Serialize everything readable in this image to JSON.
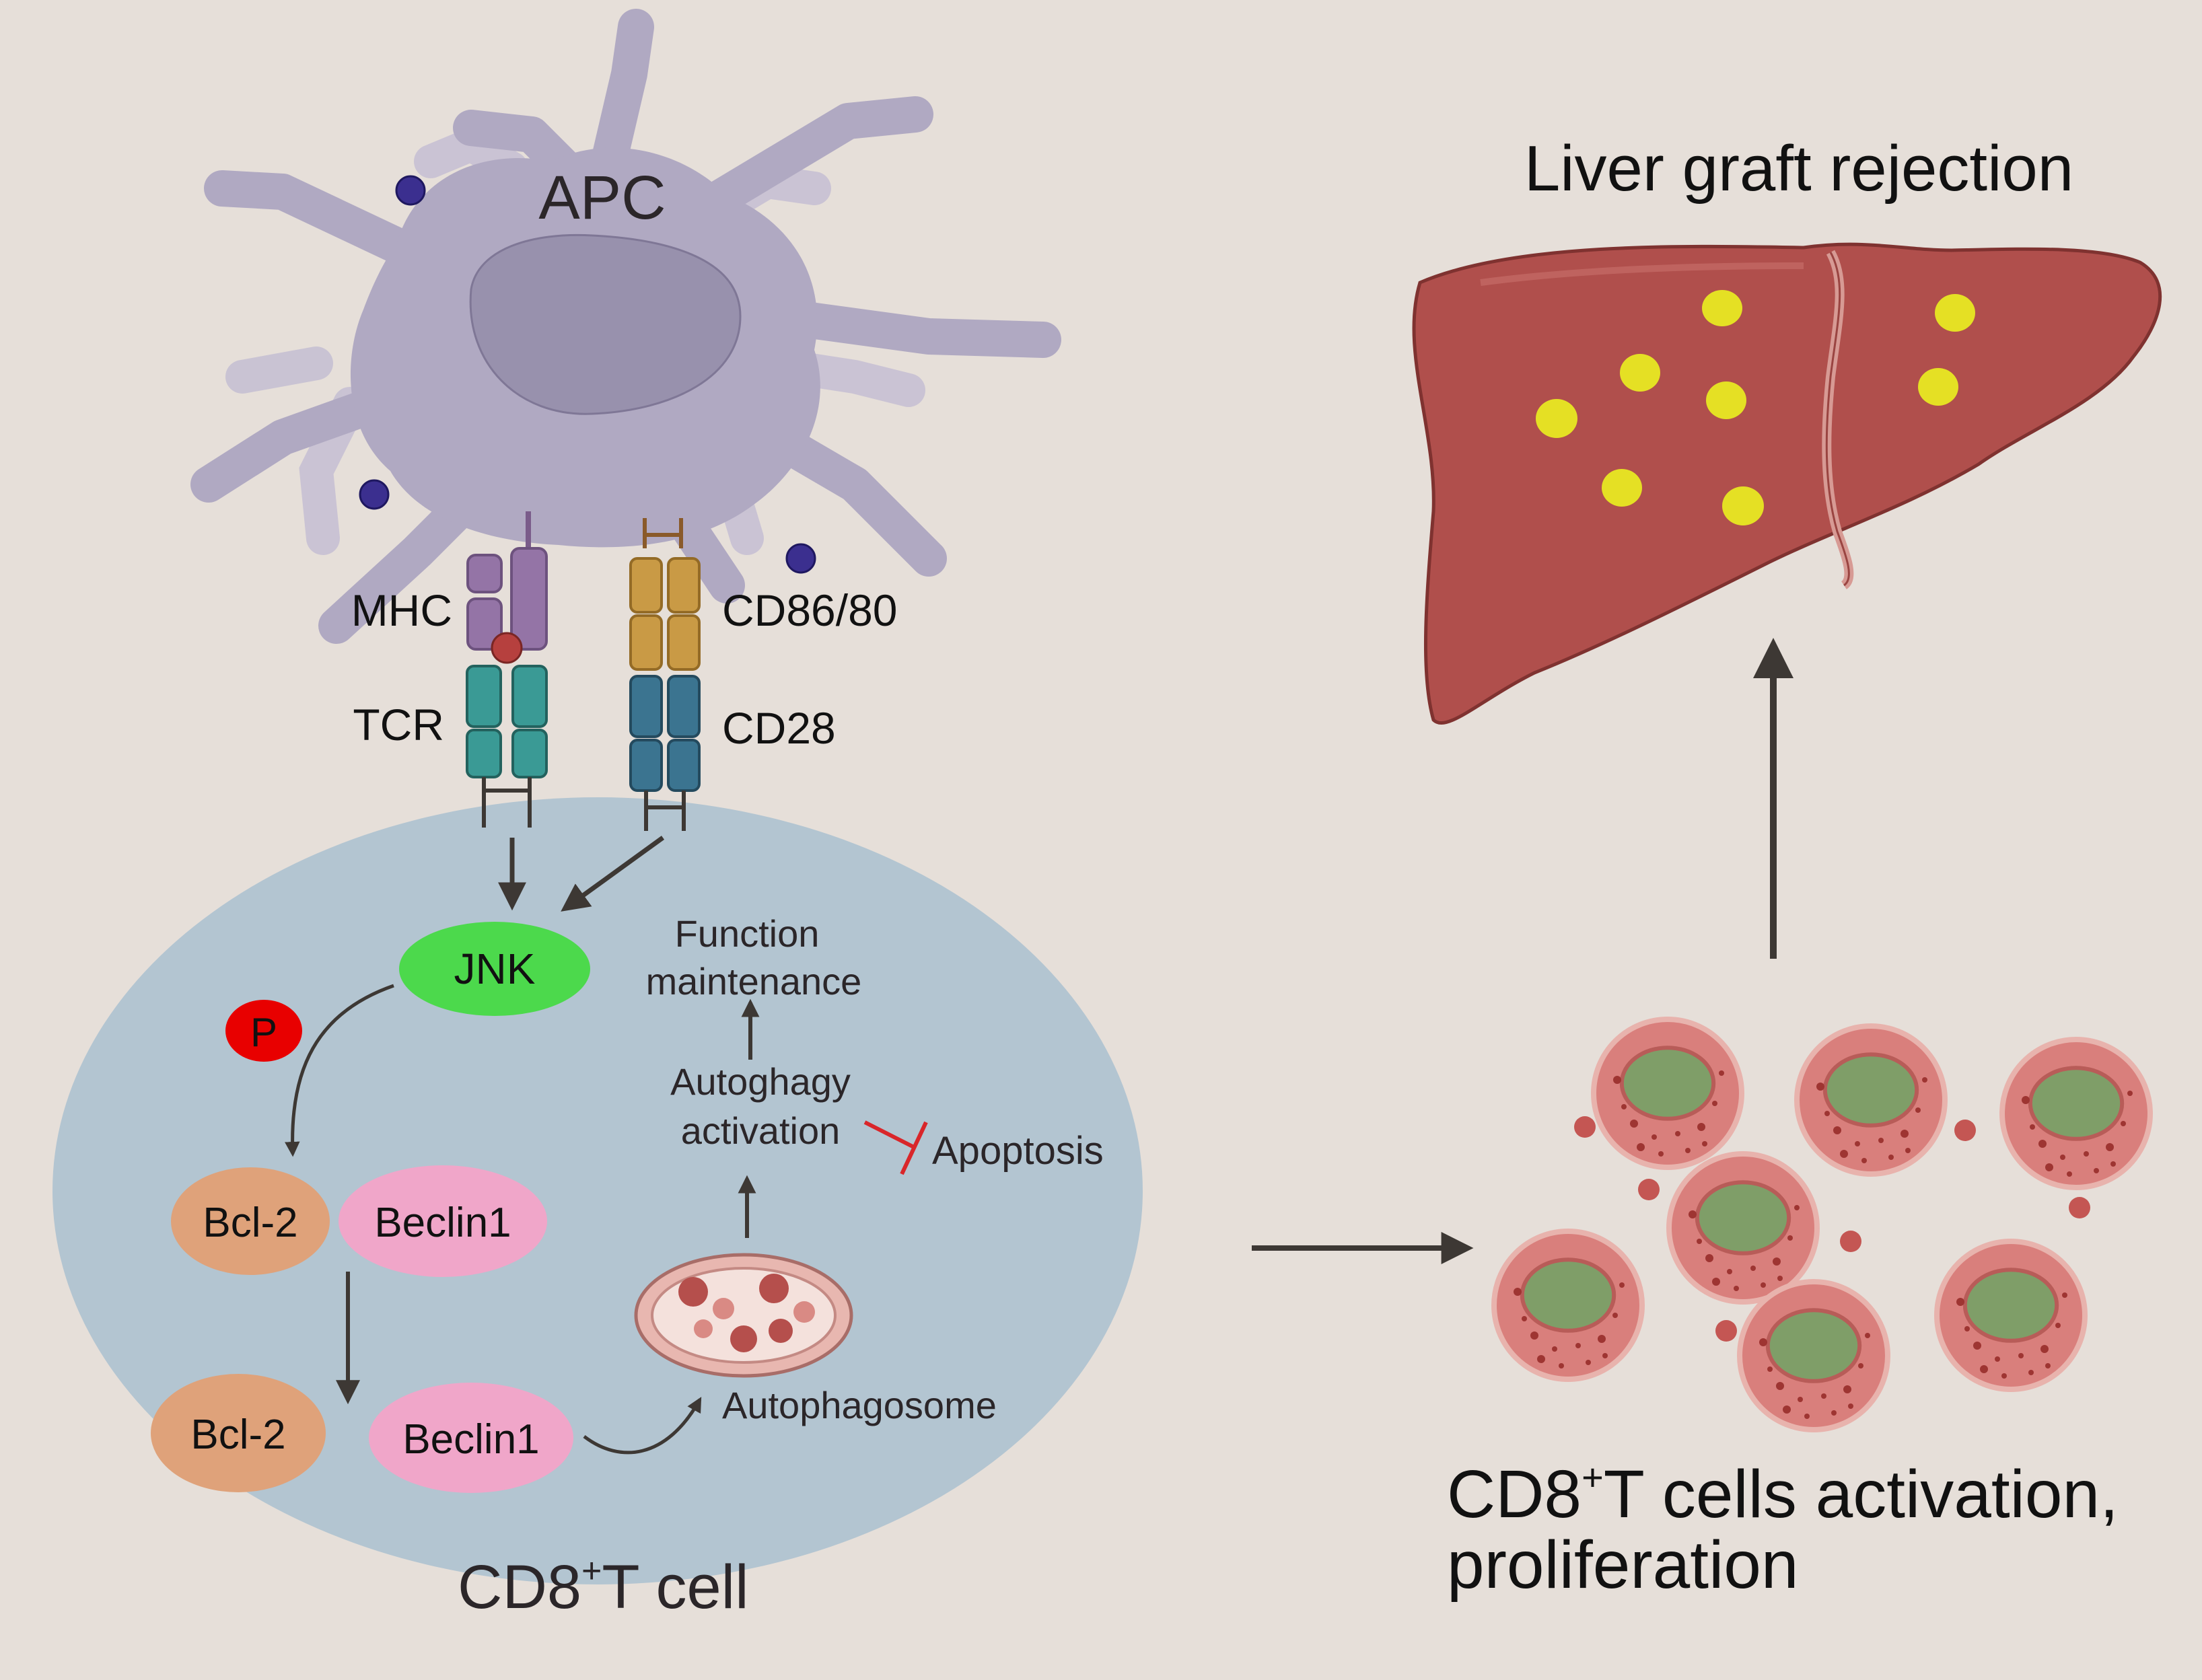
{
  "labels": {
    "apc": "APC",
    "mhc": "MHC",
    "tcr": "TCR",
    "cd86_80": "CD86/80",
    "cd28": "CD28",
    "jnk": "JNK",
    "phospho": "P",
    "bcl2_top": "Bcl-2",
    "beclin1_top": "Beclin1",
    "bcl2_bottom": "Bcl-2",
    "beclin1_bottom": "Beclin1",
    "function_line1": "Function",
    "function_line2": "maintenance",
    "autophagy_line1": "Autoghagy",
    "autophagy_line2": "activation",
    "apoptosis": "Apoptosis",
    "autophagosome": "Autophagosome",
    "tcell_prefix": "CD8",
    "tcell_sup": "+",
    "tcell_suffix": "T cell",
    "liver_title": "Liver graft rejection",
    "activation_prefix": "CD8",
    "activation_sup": "+",
    "activation_suffix": "T cells activation,",
    "activation_line2": "proliferation"
  },
  "colors": {
    "background": "#e6dfd9",
    "apc_body": "#b0a9c2",
    "apc_nucleus": "#9891ad",
    "tcell_body": "#b3c5d1",
    "jnk": "#4cd94c",
    "phospho": "#e80000",
    "bcl2": "#dfa27a",
    "beclin1": "#f0a6c9",
    "mhc": "#9474a6",
    "tcr": "#3a9a95",
    "cd86": "#c99a45",
    "cd28": "#3b7490",
    "inhibit": "#d9262a",
    "liver": "#b04f4c",
    "liver_spot": "#e5e024",
    "tcell_cyto": "#d97f7c",
    "tcell_nucleus": "#7f9e68",
    "arrow": "#3d3834"
  }
}
